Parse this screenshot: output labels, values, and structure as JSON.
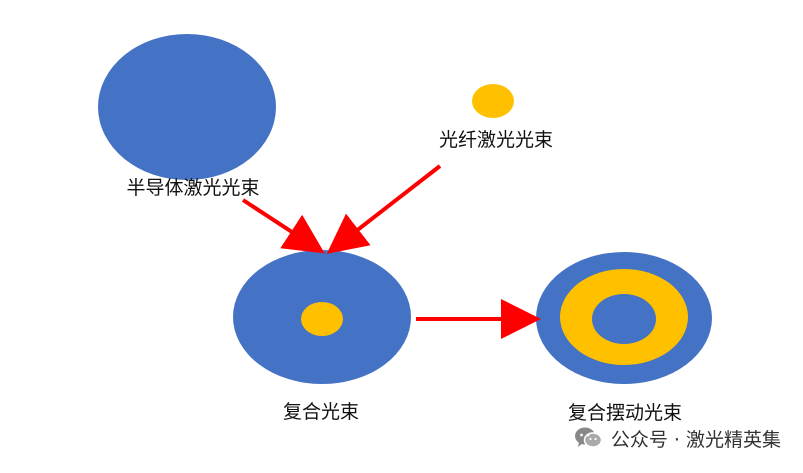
{
  "labels": {
    "semiconductor_beam": "半导体激光光束",
    "fiber_beam": "光纤激光光束",
    "composite_beam": "复合光束",
    "composite_swing_beam": "复合摆动光束"
  },
  "watermark": {
    "text": "公众号 · 激光精英集",
    "icon": "wechat-icon"
  },
  "colors": {
    "blue": "#4472c4",
    "gold": "#ffc000",
    "arrow": "#ff0000",
    "text": "#111111"
  }
}
